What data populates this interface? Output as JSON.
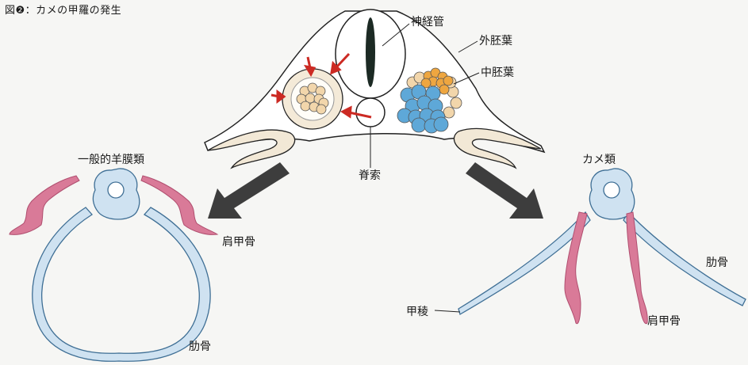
{
  "title": "図❷：カメの甲羅の発生",
  "labels": {
    "neural_tube": "神経管",
    "ectoderm": "外胚葉",
    "mesoderm": "中胚葉",
    "notochord": "脊索",
    "amniotes": "一般的羊膜類",
    "turtles": "カメ類",
    "scapula_left": "肩甲骨",
    "rib_left": "肋骨",
    "carapacial_ridge": "甲稜",
    "rib_right": "肋骨",
    "scapula_right": "肩甲骨"
  },
  "colors": {
    "bone": "#cfe2f1",
    "bone_stroke": "#3f6f95",
    "scapula": "#d97a98",
    "mesoderm_cells": "#5ea8d8",
    "orange_cells": "#eea640",
    "beige_cells": "#f2d6ab",
    "arrow_red": "#cc2a23",
    "arrow_dark": "#3d3d3d"
  }
}
